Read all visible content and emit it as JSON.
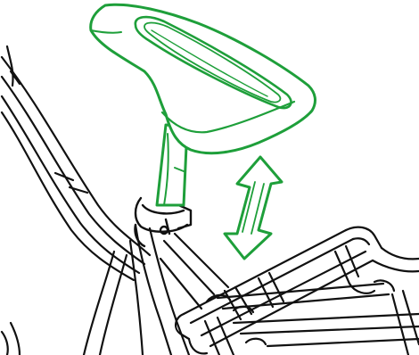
{
  "diagram": {
    "colors": {
      "green": "#1e9f3a",
      "outline": "#111111",
      "background": "#ffffff"
    },
    "parts": [
      {
        "id": "saddle",
        "icon": "saddle-icon",
        "color": "#1e9f3a"
      },
      {
        "id": "seat-post",
        "icon": "seat-post-icon",
        "color": "#1e9f3a"
      },
      {
        "id": "height-adjust-arrow",
        "icon": "double-arrow-icon",
        "color": "#1e9f3a"
      },
      {
        "id": "seat-clamp",
        "icon": "clamp-icon",
        "color": "#111111"
      },
      {
        "id": "bike-frame",
        "icon": "frame-icon",
        "color": "#111111"
      },
      {
        "id": "rear-rack",
        "icon": "rack-icon",
        "color": "#111111"
      }
    ]
  }
}
